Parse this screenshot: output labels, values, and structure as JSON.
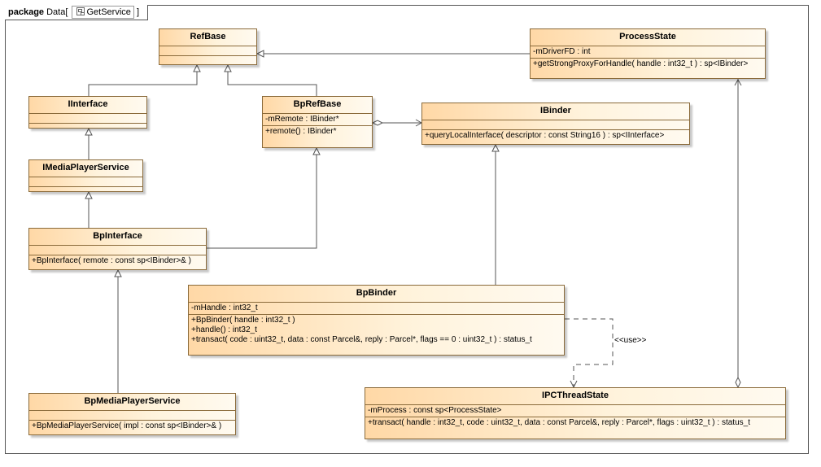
{
  "package": {
    "keyword": "package",
    "name": "Data",
    "diagram_ref": "GetService"
  },
  "classes": {
    "refbase": {
      "name": "RefBase",
      "attributes": [],
      "operations": []
    },
    "processstate": {
      "name": "ProcessState",
      "attributes": [
        "-mDriverFD : int"
      ],
      "operations": [
        "+getStrongProxyForHandle( handle : int32_t ) : sp<IBinder>"
      ]
    },
    "iinterface": {
      "name": "IInterface",
      "attributes": [],
      "operations": []
    },
    "bprefbase": {
      "name": "BpRefBase",
      "attributes": [
        "-mRemote : IBinder*"
      ],
      "operations": [
        "+remote() : IBinder*"
      ]
    },
    "ibinder": {
      "name": "IBinder",
      "attributes": [],
      "operations": [
        "+queryLocalInterface( descriptor : const String16 ) : sp<IInterface>"
      ]
    },
    "imediaplayerservice": {
      "name": "IMediaPlayerService",
      "attributes": [],
      "operations": []
    },
    "bpinterface": {
      "name": "BpInterface",
      "attributes": [],
      "operations": [
        "+BpInterface( remote : const sp<IBinder>& )"
      ]
    },
    "bpbinder": {
      "name": "BpBinder",
      "attributes": [
        "-mHandle : int32_t"
      ],
      "operations": [
        "+BpBinder( handle : int32_t )",
        "+handle() : int32_t",
        "+transact( code : uint32_t, data : const Parcel&, reply : Parcel*, flags == 0 : uint32_t ) : status_t"
      ]
    },
    "bpmediaplayerservice": {
      "name": "BpMediaPlayerService",
      "attributes": [],
      "operations": [
        "+BpMediaPlayerService( impl : const sp<IBinder>& )"
      ]
    },
    "ipcthreadstate": {
      "name": "IPCThreadState",
      "attributes": [
        "-mProcess : const sp<ProcessState>"
      ],
      "operations": [
        "+transact( handle : int32_t, code : uint32_t, data : const Parcel&, reply : Parcel*, flags : uint32_t ) : status_t"
      ]
    }
  },
  "relations": [
    {
      "type": "generalization",
      "from": "processstate",
      "to": "refbase"
    },
    {
      "type": "generalization",
      "from": "iinterface",
      "to": "refbase"
    },
    {
      "type": "generalization",
      "from": "bprefbase",
      "to": "refbase"
    },
    {
      "type": "generalization",
      "from": "imediaplayerservice",
      "to": "iinterface"
    },
    {
      "type": "generalization",
      "from": "bpinterface",
      "to": "imediaplayerservice"
    },
    {
      "type": "generalization",
      "from": "bpinterface",
      "to": "bprefbase"
    },
    {
      "type": "generalization",
      "from": "bpmediaplayerservice",
      "to": "bpinterface"
    },
    {
      "type": "generalization",
      "from": "bpbinder",
      "to": "ibinder"
    },
    {
      "type": "aggregation",
      "from": "bprefbase",
      "to": "ibinder"
    },
    {
      "type": "aggregation",
      "from": "ipcthreadstate",
      "to": "processstate"
    },
    {
      "type": "dependency",
      "from": "bpbinder",
      "to": "ipcthreadstate",
      "label": "<<use>>"
    }
  ],
  "colors": {
    "class_fill_start": "#ffd8a6",
    "class_fill_end": "#fffaf0",
    "class_border": "#8a6a3a",
    "line": "#555555"
  }
}
